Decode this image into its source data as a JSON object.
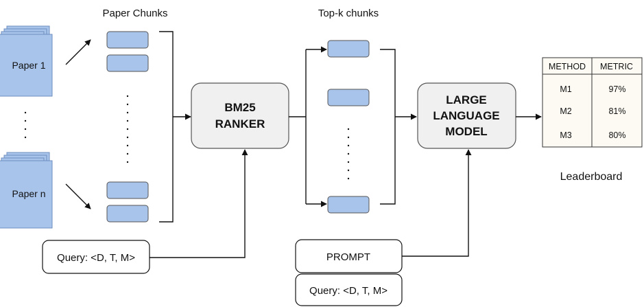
{
  "labels": {
    "paper_chunks": "Paper Chunks",
    "topk_chunks": "Top-k chunks",
    "leaderboard": "Leaderboard"
  },
  "papers": {
    "first": "Paper 1",
    "last": "Paper n"
  },
  "ranker": {
    "line1": "BM25",
    "line2": "RANKER"
  },
  "llm": {
    "line1": "LARGE",
    "line2": "LANGUAGE",
    "line3": "MODEL"
  },
  "query_ranker": "Query: <D, T, M>",
  "prompt": "PROMPT",
  "query_llm": "Query: <D, T, M>",
  "table": {
    "headers": [
      "METHOD",
      "METRIC"
    ],
    "rows": [
      [
        "M1",
        "97%"
      ],
      [
        "M2",
        "81%"
      ],
      [
        "M3",
        "80%"
      ]
    ]
  },
  "colors": {
    "paper_fill": "#a9c4eb",
    "paper_stroke": "#6c8ebf",
    "chunk_fill": "#a9c4eb",
    "box_fill": "#f0f0f0",
    "table_fill": "#fdfaf3"
  }
}
